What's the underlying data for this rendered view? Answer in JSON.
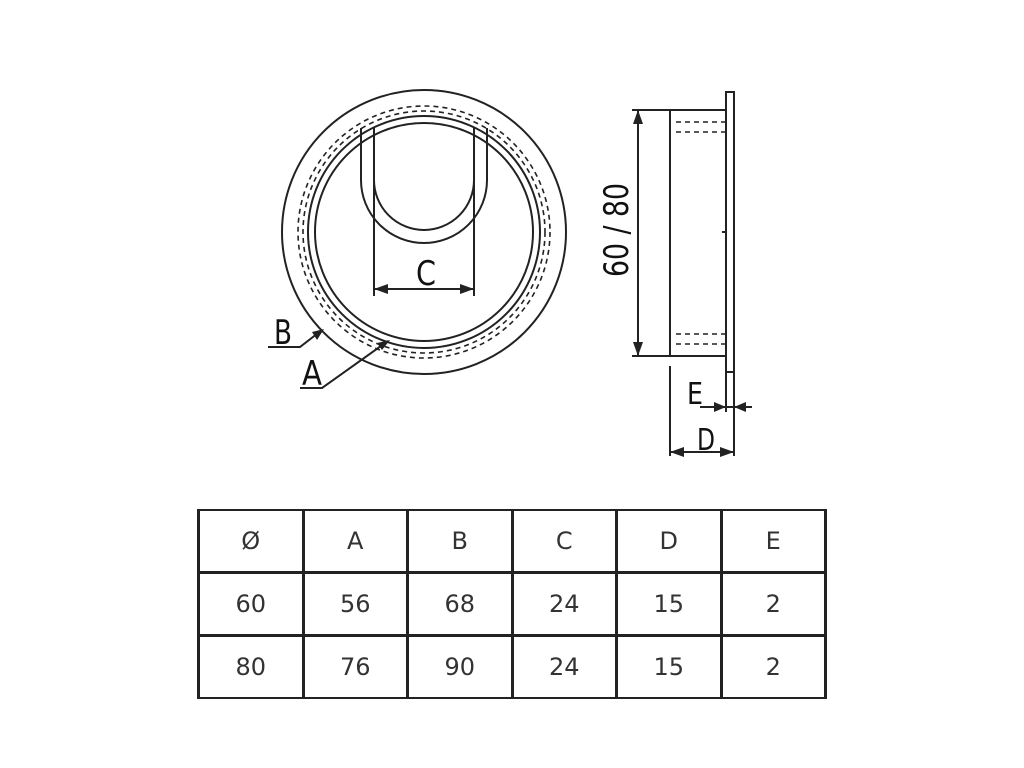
{
  "drawing": {
    "labels": {
      "a": "A",
      "b": "B",
      "c": "C",
      "d": "D",
      "e": "E",
      "height": "60 / 80"
    }
  },
  "table": {
    "headers": [
      "Ø",
      "A",
      "B",
      "C",
      "D",
      "E"
    ],
    "rows": [
      [
        "60",
        "56",
        "68",
        "24",
        "15",
        "2"
      ],
      [
        "80",
        "76",
        "90",
        "24",
        "15",
        "2"
      ]
    ]
  },
  "colors": {
    "line": "#222222",
    "background": "#ffffff"
  }
}
